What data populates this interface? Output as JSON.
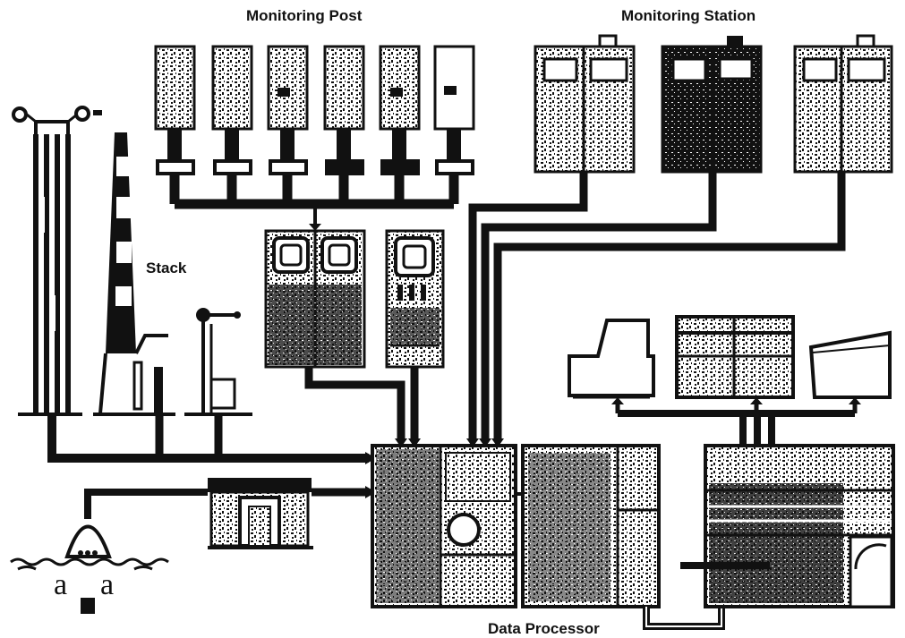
{
  "labels": {
    "monitoring_post": "Monitoring Post",
    "monitoring_station": "Monitoring Station",
    "stack": "Stack",
    "data_processor": "Data Processor"
  },
  "colors": {
    "ink": "#111111",
    "paper": "#ffffff"
  }
}
